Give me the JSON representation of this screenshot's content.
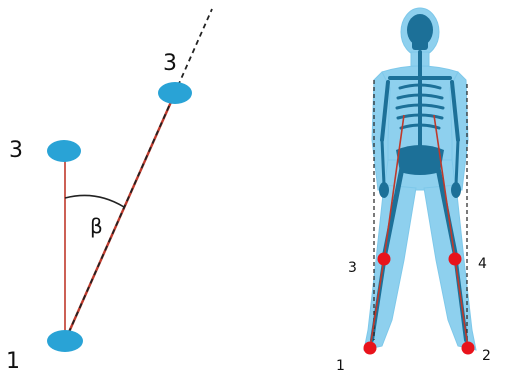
{
  "left_diagram": {
    "label_top_marker": "3",
    "label_moved_marker": "3",
    "label_bottom_marker": "1",
    "angle_symbol": "β"
  },
  "right_diagram": {
    "label_left_knee": "3",
    "label_right_knee": "4",
    "label_left_ankle": "1",
    "label_right_ankle": "2"
  },
  "colors": {
    "marker_blue": "#29a3d6",
    "segment_red": "#c0392b",
    "joint_red": "#e8131b",
    "body_light": "#7ec8ea",
    "skeleton_dark": "#1c7098"
  }
}
